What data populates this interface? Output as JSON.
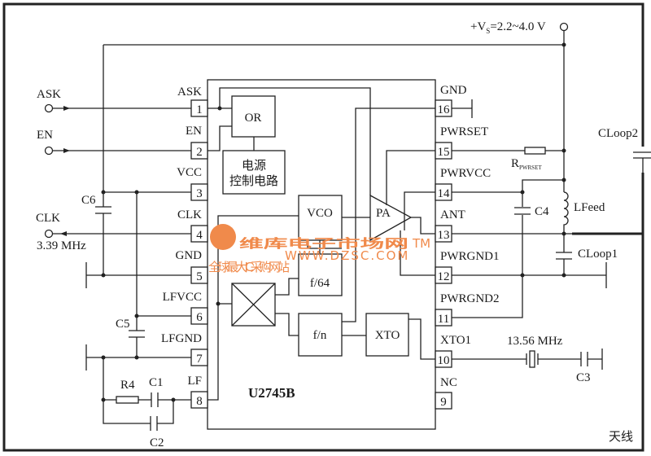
{
  "supply": {
    "label": "+V",
    "sub": "S",
    "value": "=2.2~4.0 V"
  },
  "ic": {
    "name": "U2745B"
  },
  "left_pins": [
    {
      "num": "1",
      "name": "ASK"
    },
    {
      "num": "2",
      "name": "EN"
    },
    {
      "num": "3",
      "name": "VCC"
    },
    {
      "num": "4",
      "name": "CLK"
    },
    {
      "num": "5",
      "name": "GND"
    },
    {
      "num": "6",
      "name": "LFVCC"
    },
    {
      "num": "7",
      "name": "LFGND"
    },
    {
      "num": "8",
      "name": "LF"
    }
  ],
  "right_pins": [
    {
      "num": "16",
      "name": "GND"
    },
    {
      "num": "15",
      "name": "PWRSET"
    },
    {
      "num": "14",
      "name": "PWRVCC"
    },
    {
      "num": "13",
      "name": "ANT"
    },
    {
      "num": "12",
      "name": "PWRGND1"
    },
    {
      "num": "11",
      "name": "PWRGND2"
    },
    {
      "num": "10",
      "name": "XTO1"
    },
    {
      "num": "9",
      "name": "NC"
    }
  ],
  "terminals": {
    "ask": "ASK",
    "en": "EN",
    "clk": "CLK",
    "clk_freq": "3.39 MHz"
  },
  "blocks": {
    "or": "OR",
    "power_line1": "电源",
    "power_line2": "控制电路",
    "vco": "VCO",
    "f64": "f/64",
    "fn": "f/n",
    "xto": "XTO",
    "pa": "PA"
  },
  "components": {
    "c1": "C1",
    "c2": "C2",
    "c3": "C3",
    "c4": "C4",
    "c5": "C5",
    "c6": "C6",
    "r4": "R4",
    "rpwrset": "R",
    "rpwrset_sub": "PWRSET",
    "lfeed": "LFeed",
    "cloop1": "CLoop1",
    "cloop2": "CLoop2",
    "crystal": "13.56 MHz",
    "antenna": "天线"
  },
  "watermark": {
    "brand": "维库电子市场网",
    "tm": "TM",
    "url": "WWW.DZSC.COM",
    "slogan": "全 球 最 大 I C 采 购 网 站"
  }
}
